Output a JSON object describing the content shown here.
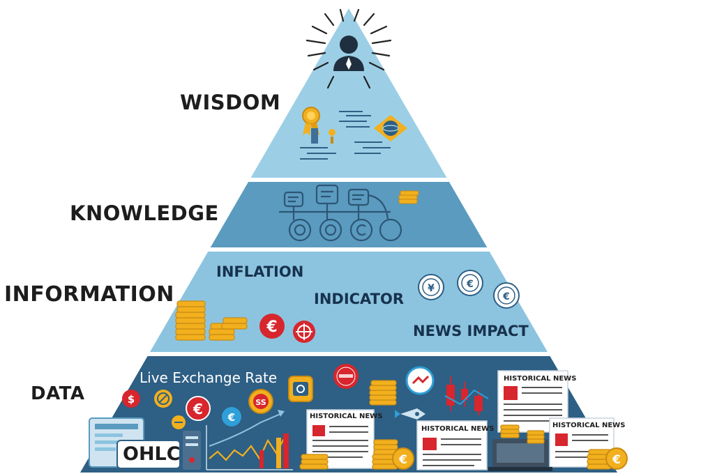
{
  "tiers": {
    "wisdom": "WISDOM",
    "knowledge": "KNOWLEDGE",
    "information": "INFORMATION",
    "data": "DATA"
  },
  "information": {
    "inflation": "INFLATION",
    "indicator": "INDICATOR",
    "news_impact": "NEWS IMPACT"
  },
  "data_layer": {
    "live_rate": "Live Exchange Rate",
    "ohlc": "OHLC",
    "historical_news": "HISTORICAL NEWS"
  },
  "colors": {
    "wisdom": "#9ccfe6",
    "knowledge": "#5a9bbf",
    "information": "#8cc4e0",
    "data": "#2e5f84",
    "coin": "#f2b01e",
    "red": "#d7262d"
  },
  "icons": [
    "businessman-icon",
    "award-ribbon-icon",
    "globe-diamond-icon",
    "flow-diagram-icon",
    "coin-stack-icon",
    "euro-coin-icon",
    "dollar-coin-icon",
    "candlestick-chart-icon",
    "newspaper-icon",
    "monitor-icon",
    "rocket-icon"
  ]
}
